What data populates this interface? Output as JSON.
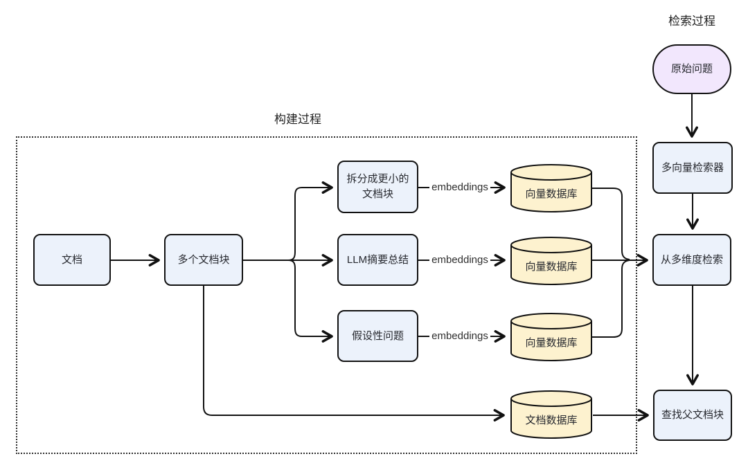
{
  "diagram": {
    "build_section_title": "构建过程",
    "retrieval_section_title": "检索过程",
    "edge_label": "embeddings",
    "nodes": {
      "doc": {
        "label": "文档"
      },
      "chunks": {
        "label": "多个文档块"
      },
      "split": {
        "label": "拆分成更小的文档块"
      },
      "llm_summary": {
        "label": "LLM摘要总结"
      },
      "hypothetical": {
        "label": "假设性问题"
      },
      "vector_db_1": {
        "label": "向量数据库"
      },
      "vector_db_2": {
        "label": "向量数据库"
      },
      "vector_db_3": {
        "label": "向量数据库"
      },
      "doc_db": {
        "label": "文档数据库"
      },
      "original_question": {
        "label": "原始问题"
      },
      "multi_vector_retriever": {
        "label": "多向量检索器"
      },
      "multi_dim_retrieve": {
        "label": "从多维度检索"
      },
      "find_parent_chunks": {
        "label": "查找父文档块"
      }
    },
    "colors": {
      "process_box_fill": "#ecf2fb",
      "database_fill": "#fdf2cf",
      "question_fill": "#f2e7fd",
      "stroke": "#111111",
      "text": "#26282e"
    }
  }
}
